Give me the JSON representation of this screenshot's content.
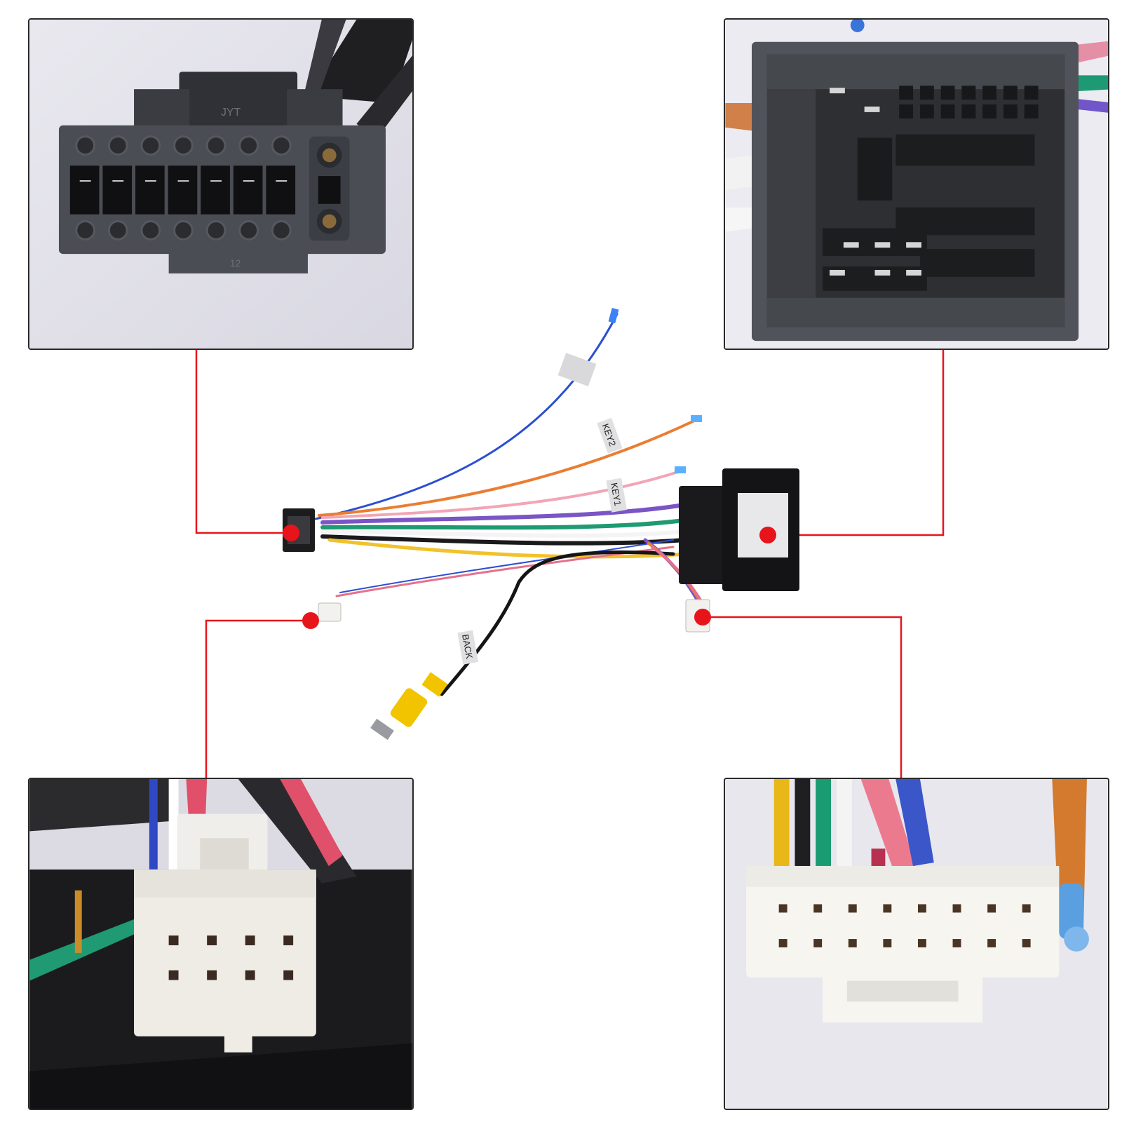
{
  "leader_color": "#e8141b",
  "labels": {
    "top_left_connector_top": "JYT",
    "top_left_connector_bottom": "12",
    "tag_key2": "KEY2",
    "tag_key1": "KEY1",
    "tag_back": "BACK"
  },
  "panels": {
    "top_left": {
      "icon": "16-pin-iso-connector"
    },
    "top_right": {
      "icon": "car-side-harness-connector"
    },
    "bottom_left": {
      "icon": "8-pin-white-connector"
    },
    "bottom_right": {
      "icon": "16-pin-white-connector"
    }
  }
}
